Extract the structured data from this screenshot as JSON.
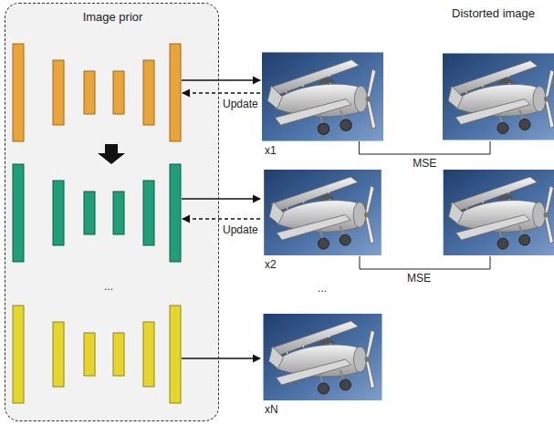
{
  "diagram": {
    "nodes": [
      {
        "text": [
          "Image prior"
        ]
      },
      {
        "text": [
          "x1"
        ]
      },
      {
        "text": [
          "Distorted image"
        ]
      },
      {
        "text": [
          "x2"
        ]
      },
      {
        "text": [
          "xN"
        ]
      }
    ],
    "edges": [
      {
        "from": 1,
        "to": 2,
        "arrow": "none",
        "label": "MSE"
      }
    ],
    "labels": [
      "Update",
      "Update",
      "...",
      "...",
      "MSE"
    ]
  }
}
